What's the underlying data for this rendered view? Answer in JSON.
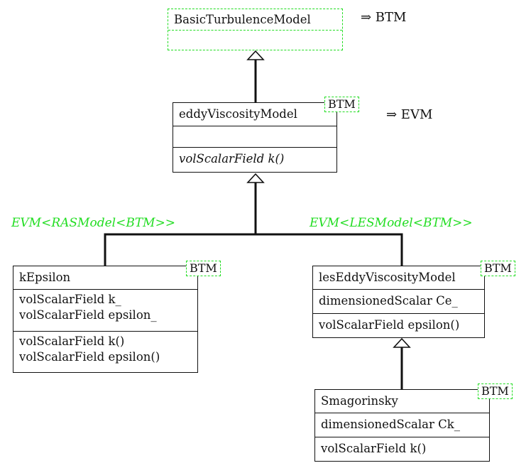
{
  "colors": {
    "template_green": "#22dd22",
    "line": "#111111"
  },
  "classes": {
    "basic_turbulence_model": {
      "name": "BasicTurbulenceModel",
      "alias": "⇒ BTM"
    },
    "eddy_viscosity_model": {
      "name": "eddyViscosityModel",
      "template": "BTM",
      "alias": "⇒ EVM",
      "methods": [
        "volScalarField k()"
      ]
    },
    "k_epsilon": {
      "name": "kEpsilon",
      "template": "BTM",
      "attributes": [
        "volScalarField k_",
        "volScalarField epsilon_"
      ],
      "methods": [
        "volScalarField k()",
        "volScalarField epsilon()"
      ]
    },
    "les_eddy_viscosity_model": {
      "name": "lesEddyViscosityModel",
      "template": "BTM",
      "attributes": [
        "dimensionedScalar Ce_"
      ],
      "methods": [
        "volScalarField epsilon()"
      ]
    },
    "smagorinsky": {
      "name": "Smagorinsky",
      "template": "BTM",
      "attributes": [
        "dimensionedScalar Ck_"
      ],
      "methods": [
        "volScalarField k()"
      ]
    }
  },
  "inheritance_labels": {
    "ras": "EVM<RASModel<BTM>>",
    "les": "EVM<LESModel<BTM>>"
  }
}
